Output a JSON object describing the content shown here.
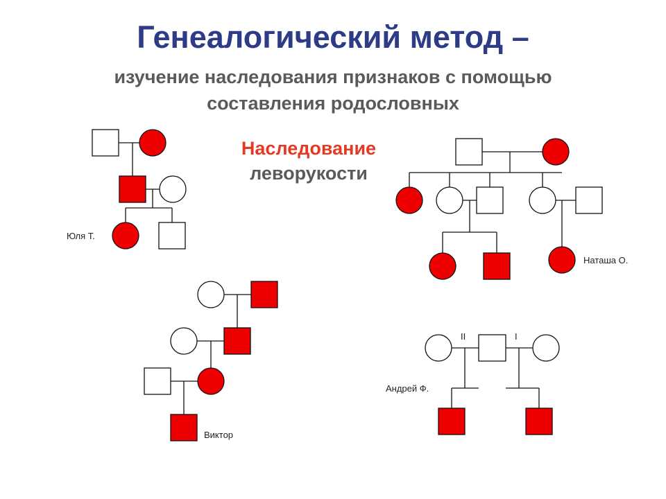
{
  "slide": {
    "title": "Генеалогический метод –",
    "subtitle_line1": "изучение наследования признаков с помощью",
    "subtitle_line2": "составления родословных",
    "heading_line1": "Наследование",
    "heading_line2": "леворукости"
  },
  "labels": {
    "yulia": "Юля Т.",
    "natasha": "Наташа О.",
    "viktor": "Виктор",
    "andrey": "Андрей Ф.",
    "marriage_ii": "II",
    "marriage_i": "I"
  },
  "legend_colors": {
    "affected": "#ee0000",
    "unaffected": "#ffffff",
    "title": "#2e3b86"
  }
}
